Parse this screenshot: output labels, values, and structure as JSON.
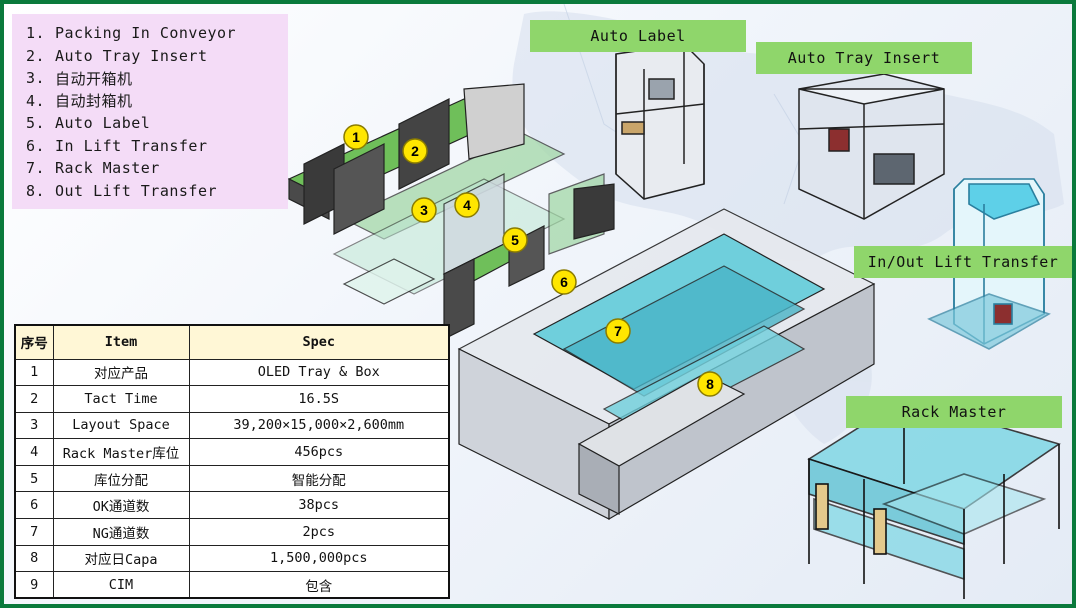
{
  "steps": [
    {
      "num": "1.",
      "label": "Packing In Conveyor"
    },
    {
      "num": "2.",
      "label": "Auto Tray Insert"
    },
    {
      "num": "3.",
      "label": "自动开箱机"
    },
    {
      "num": "4.",
      "label": "自动封箱机"
    },
    {
      "num": "5.",
      "label": "Auto Label"
    },
    {
      "num": "6.",
      "label": "In Lift Transfer"
    },
    {
      "num": "7.",
      "label": "Rack Master"
    },
    {
      "num": "8.",
      "label": "Out Lift Transfer"
    }
  ],
  "banners": {
    "auto_label": "Auto Label",
    "auto_tray_insert": "Auto Tray Insert",
    "lift_transfer": "In/Out Lift Transfer",
    "rack_master": "Rack Master"
  },
  "markers": [
    "1",
    "2",
    "3",
    "4",
    "5",
    "6",
    "7",
    "8"
  ],
  "table": {
    "headers": {
      "no": "序号",
      "item": "Item",
      "spec": "Spec"
    },
    "rows": [
      {
        "no": "1",
        "item": "对应产品",
        "spec": "OLED Tray & Box"
      },
      {
        "no": "2",
        "item": "Tact Time",
        "spec": "16.5S"
      },
      {
        "no": "3",
        "item": "Layout Space",
        "spec": "39,200×15,000×2,600mm"
      },
      {
        "no": "4",
        "item": "Rack Master库位",
        "spec": "456pcs"
      },
      {
        "no": "5",
        "item": "库位分配",
        "spec": "智能分配"
      },
      {
        "no": "6",
        "item": "OK通道数",
        "spec": "38pcs"
      },
      {
        "no": "7",
        "item": "NG通道数",
        "spec": "2pcs"
      },
      {
        "no": "8",
        "item": "对应日Capa",
        "spec": "1,500,000pcs"
      },
      {
        "no": "9",
        "item": "CIM",
        "spec": "包含"
      }
    ]
  },
  "colors": {
    "frame": "#0a7a3c",
    "steps_bg": "#f4dcf7",
    "banner": "#8fd66b",
    "marker": "#ffe600",
    "rack_glass": "#5fd0e0",
    "frame_metal": "#2b2b2b"
  }
}
